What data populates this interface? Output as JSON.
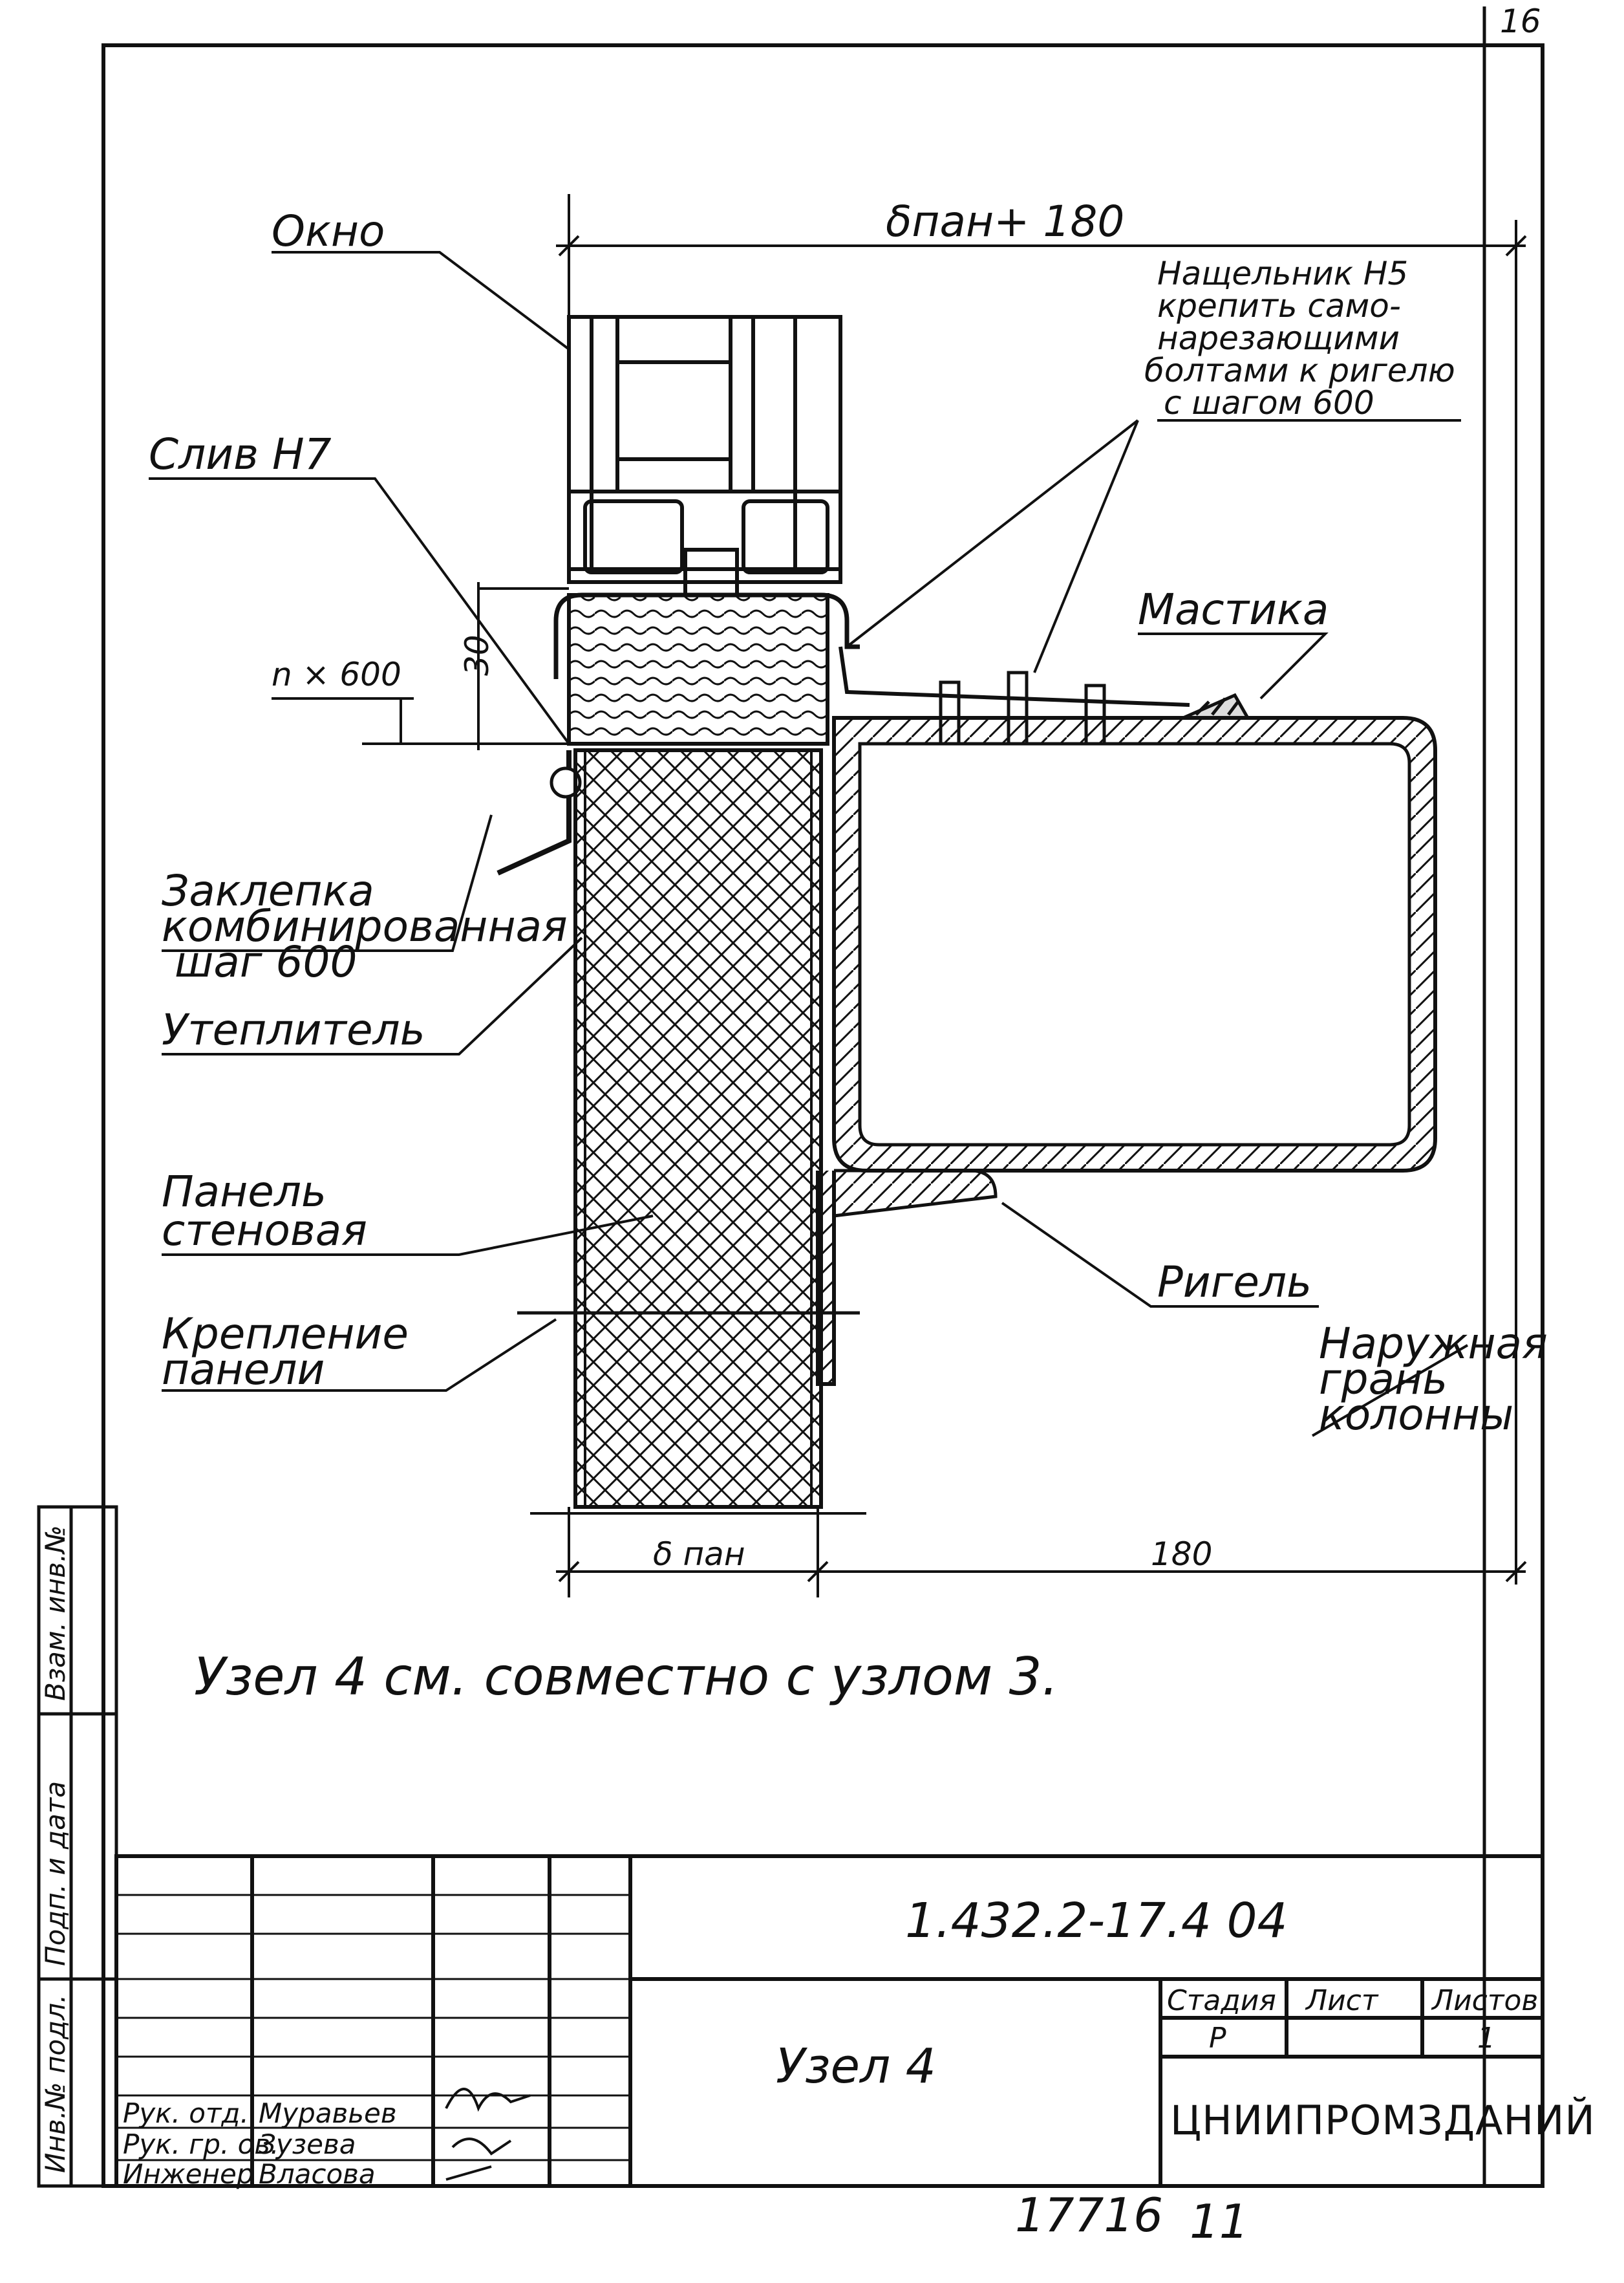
{
  "sheet_number_corner": "16",
  "labels": {
    "window": "Окно",
    "width_total": "δпан+ 180",
    "flashing_h5": [
      "Нащельник Н5",
      "крепить само-",
      "нарезающими",
      "болтами к ригелю",
      "с шагом 600"
    ],
    "drain_h7": "Слив Н7",
    "pitch": "n × 600",
    "dim_30": "30",
    "mastic": "Мастика",
    "rivet": [
      "Заклепка",
      "комбинированная",
      "шаг 600"
    ],
    "insulation": "Утеплитель",
    "panel": [
      "Панель",
      "стеновая"
    ],
    "beam": "Ригель",
    "fastening": [
      "Крепление",
      "панели"
    ],
    "column_face": [
      "Наружная",
      "грань",
      "колонны"
    ],
    "dim_panel": "δ пан",
    "dim_180": "180",
    "note": "Узел 4 см. совместно с узлом 3."
  },
  "side_stamp": [
    "Инв.№ подл.",
    "Подп. и дата",
    "Взам. инв.№"
  ],
  "title_block": {
    "designation": "1.432.2-17.4 04",
    "title": "Узел 4",
    "stage_header": "Стадия",
    "sheet_header": "Лист",
    "sheets_header": "Листов",
    "stage": "Р",
    "sheets": "1",
    "organization": "ЦНИИПРОМЗДАНИЙ",
    "roles": [
      "Рук. отд.",
      "Рук. гр. ов.",
      "Инженер"
    ],
    "names": [
      "Муравьев",
      "Зузева",
      "Власова"
    ]
  },
  "bottom_numbers": [
    "17716",
    "11"
  ]
}
